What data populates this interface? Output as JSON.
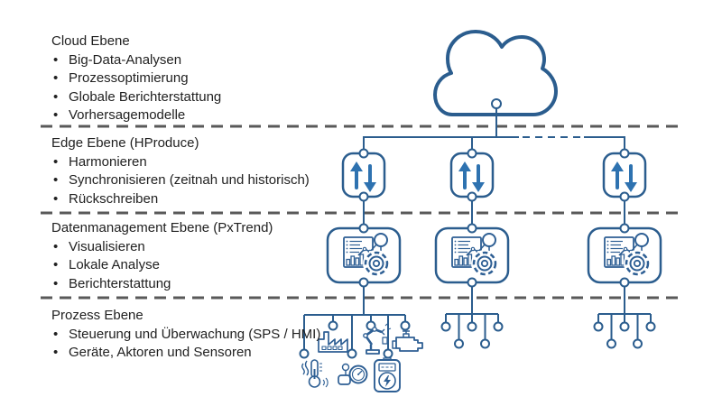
{
  "bullet_char": "•",
  "colors": {
    "line_blue": "#2B5D8E",
    "arrow_blue": "#2E72B0",
    "separator_gray": "#595959",
    "text": "#212121",
    "background": "#FFFFFF"
  },
  "layers": [
    {
      "title": "Cloud Ebene",
      "bullets": [
        "Big-Data-Analysen",
        "Prozessoptimierung",
        "Globale Berichterstattung",
        "Vorhersagemodelle"
      ]
    },
    {
      "title": "Edge Ebene (HProduce)",
      "bullets": [
        "Harmonieren",
        "Synchronisieren (zeitnah und historisch)",
        "Rückschreiben"
      ]
    },
    {
      "title": "Datenmanagement Ebene (PxTrend)",
      "bullets": [
        "Visualisieren",
        "Lokale Analyse",
        "Berichterstattung"
      ]
    },
    {
      "title": "Prozess Ebene",
      "bullets": [
        "Steuerung und Überwachung (SPS / HMI)",
        "Geräte, Aktoren und Sensoren"
      ]
    }
  ],
  "diagram": {
    "cloud_icon": "cloud-icon",
    "edge_node_icon": "sync-arrows-icon",
    "data_node_icon": "dashboard-gear-icon",
    "process_device_icons": [
      "factory-icon",
      "robot-arm-icon",
      "engine-icon",
      "thermometer-icon",
      "pressure-gauge-icon",
      "energy-meter-icon"
    ]
  }
}
